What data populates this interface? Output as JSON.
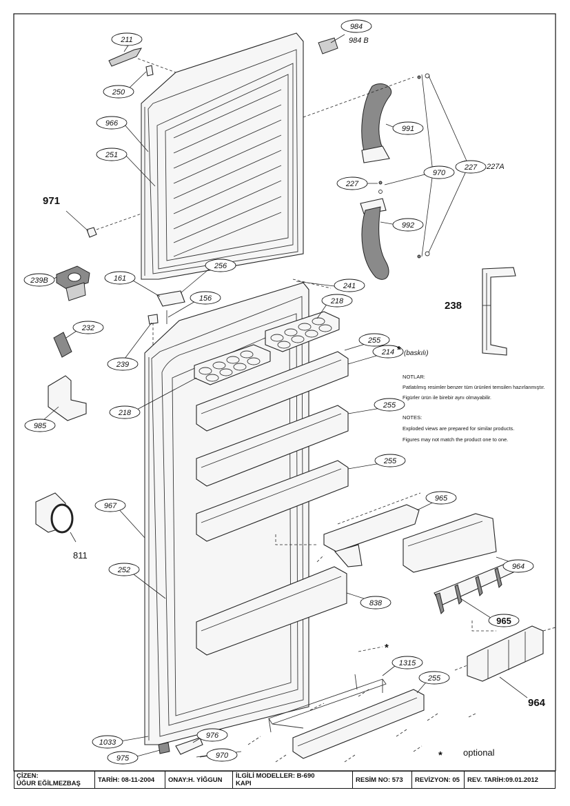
{
  "callouts": {
    "c211": "211",
    "c250": "250",
    "c966": "966",
    "c251": "251",
    "c984": "984",
    "c984b": "984 B",
    "c991": "991",
    "c970a": "970",
    "c227a": "227",
    "c227b": "227",
    "c227A": "227A",
    "c992": "992",
    "c239b": "239B",
    "c161": "161",
    "c256": "256",
    "c156": "156",
    "c241": "241",
    "c218a": "218",
    "c232": "232",
    "c239": "239",
    "c255a": "255",
    "c214": "214",
    "baski": "(baskılı)",
    "c218b": "218",
    "c985": "985",
    "c255b": "255",
    "c255c": "255",
    "c965a": "965",
    "c967": "967",
    "c964a": "964",
    "c252": "252",
    "c838": "838",
    "c965b": "965",
    "c1315": "1315",
    "c255d": "255",
    "c964b": "964",
    "c1033": "1033",
    "c976": "976",
    "c975": "975",
    "c970b": "970"
  },
  "labels": {
    "l971": "971",
    "l238": "238",
    "l811": "811",
    "l965": "965",
    "l964": "964",
    "optional": "optional",
    "star": "*"
  },
  "notes": {
    "notlar_head": "NOTLAR:",
    "notlar_1": "Patlatılmış resimler benzer tüm ürünleri temsilen hazırlanmıştır.",
    "notlar_2": "Figürler ürün ile birebir aynı olmayabilir.",
    "notes_head": "NOTES:",
    "notes_1": "Exploded views are prepared for similar products.",
    "notes_2": "Figures may not match the product one to one."
  },
  "titleblock": {
    "cizen_label": "ÇİZEN:",
    "cizen_name": "ÜĞUR EĞİLMEZBAŞ",
    "tarih": "TARİH: 08-11-2004",
    "onay": "ONAY:H. YİĞGUN",
    "ilgili_modeller": "İLGİLİ MODELLER: B-690",
    "kapi": "KAPI",
    "resim_no": "RESİM NO: 573",
    "revizyon": "REVİZYON: 05",
    "rev_tarih": "REV. TARİH:09.01.2012"
  },
  "colors": {
    "line": "#111111",
    "part_fill": "#f6f6f6",
    "handle_fill": "#8a8a8a"
  }
}
